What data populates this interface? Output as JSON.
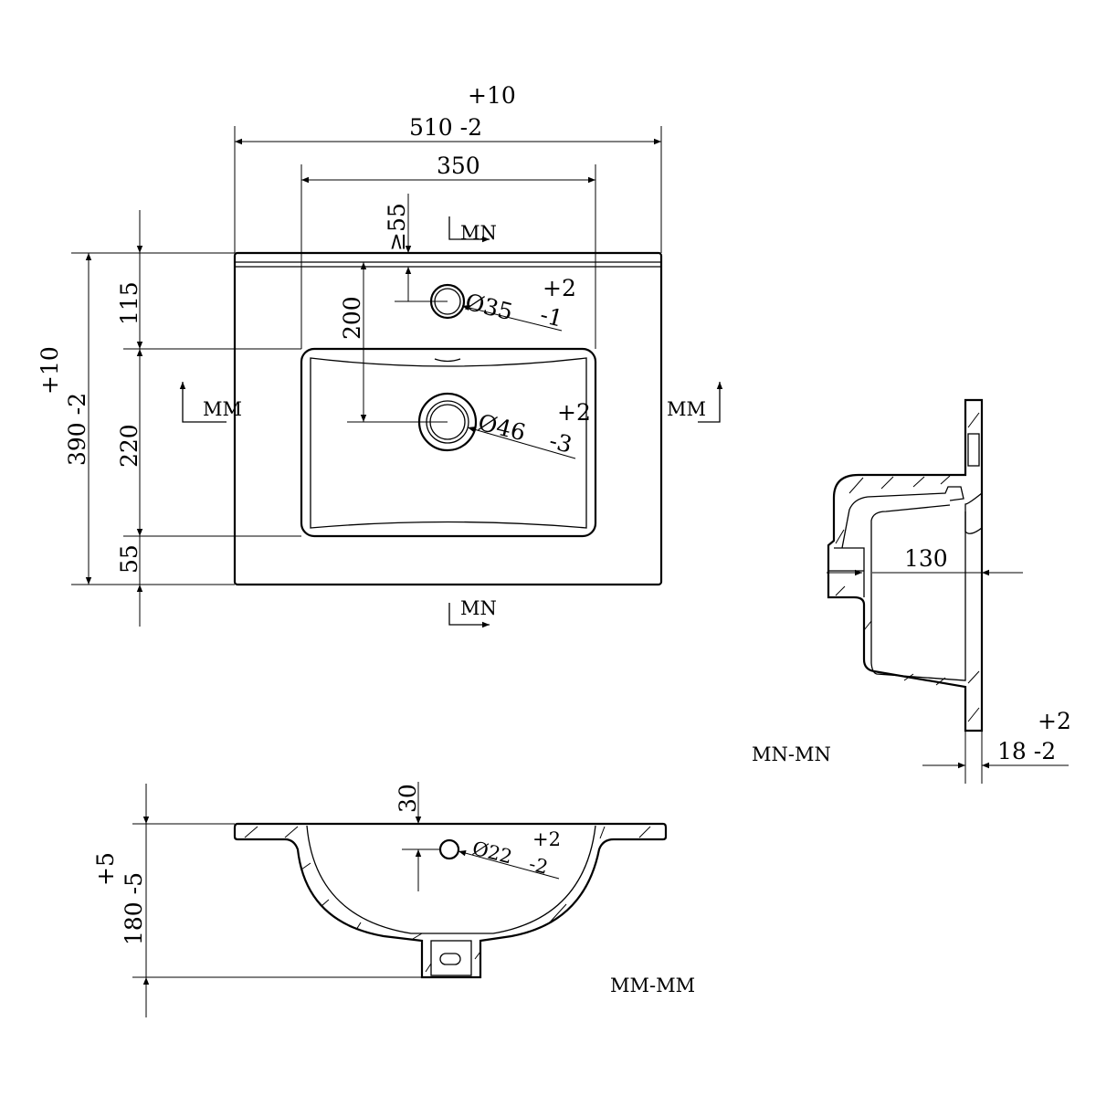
{
  "title": "Washbasin dimension drawing",
  "top_view": {
    "width_tol_plus": "+10",
    "width": "510 -2",
    "bowl_width": "350",
    "min_back": "≥55",
    "depth_tol_plus": "+10",
    "depth": "390 -2",
    "seg_back": "115",
    "seg_bowl": "220",
    "seg_front": "55",
    "drain_offset": "200",
    "tap_hole": "Ø35",
    "tap_tol_plus": "+2",
    "tap_tol_minus": "-1",
    "drain_hole": "Ø46",
    "drain_tol_plus": "+2",
    "drain_tol_minus": "-3",
    "section_mn_top": "MN",
    "section_mn_bottom": "MN",
    "section_mm_left": "MM",
    "section_mm_right": "MM"
  },
  "side_section": {
    "label": "MN-MN",
    "overflow_depth": "130",
    "flange": "18 -2",
    "flange_tol_plus": "+2"
  },
  "front_section": {
    "label": "MM-MM",
    "height_tol_plus": "+5",
    "height": "180 -5",
    "overflow_offset": "30",
    "overflow_hole": "Ø22",
    "overflow_tol_plus": "+2",
    "overflow_tol_minus": "-2"
  },
  "colors": {
    "line": "#000000",
    "background": "#ffffff"
  }
}
